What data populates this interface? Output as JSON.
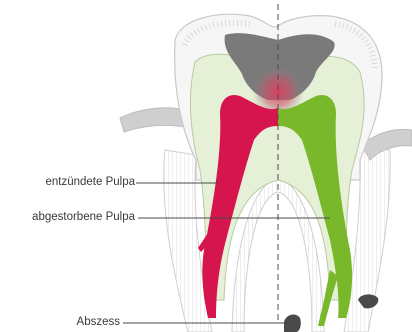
{
  "labels": {
    "inflamed_pulp": "entzündete Pulpa",
    "dead_pulp": "abgestorbene Pulpa",
    "abscess": "Abszess"
  },
  "colors": {
    "enamel": "#f4f4f4",
    "dentin": "#e6f0d6",
    "caries": "#7a7a7a",
    "inflamed_pulp": "#d6154e",
    "dead_pulp": "#78b82a",
    "bone_gray": "#c4c4c4",
    "abscess": "#4a4a4a"
  }
}
